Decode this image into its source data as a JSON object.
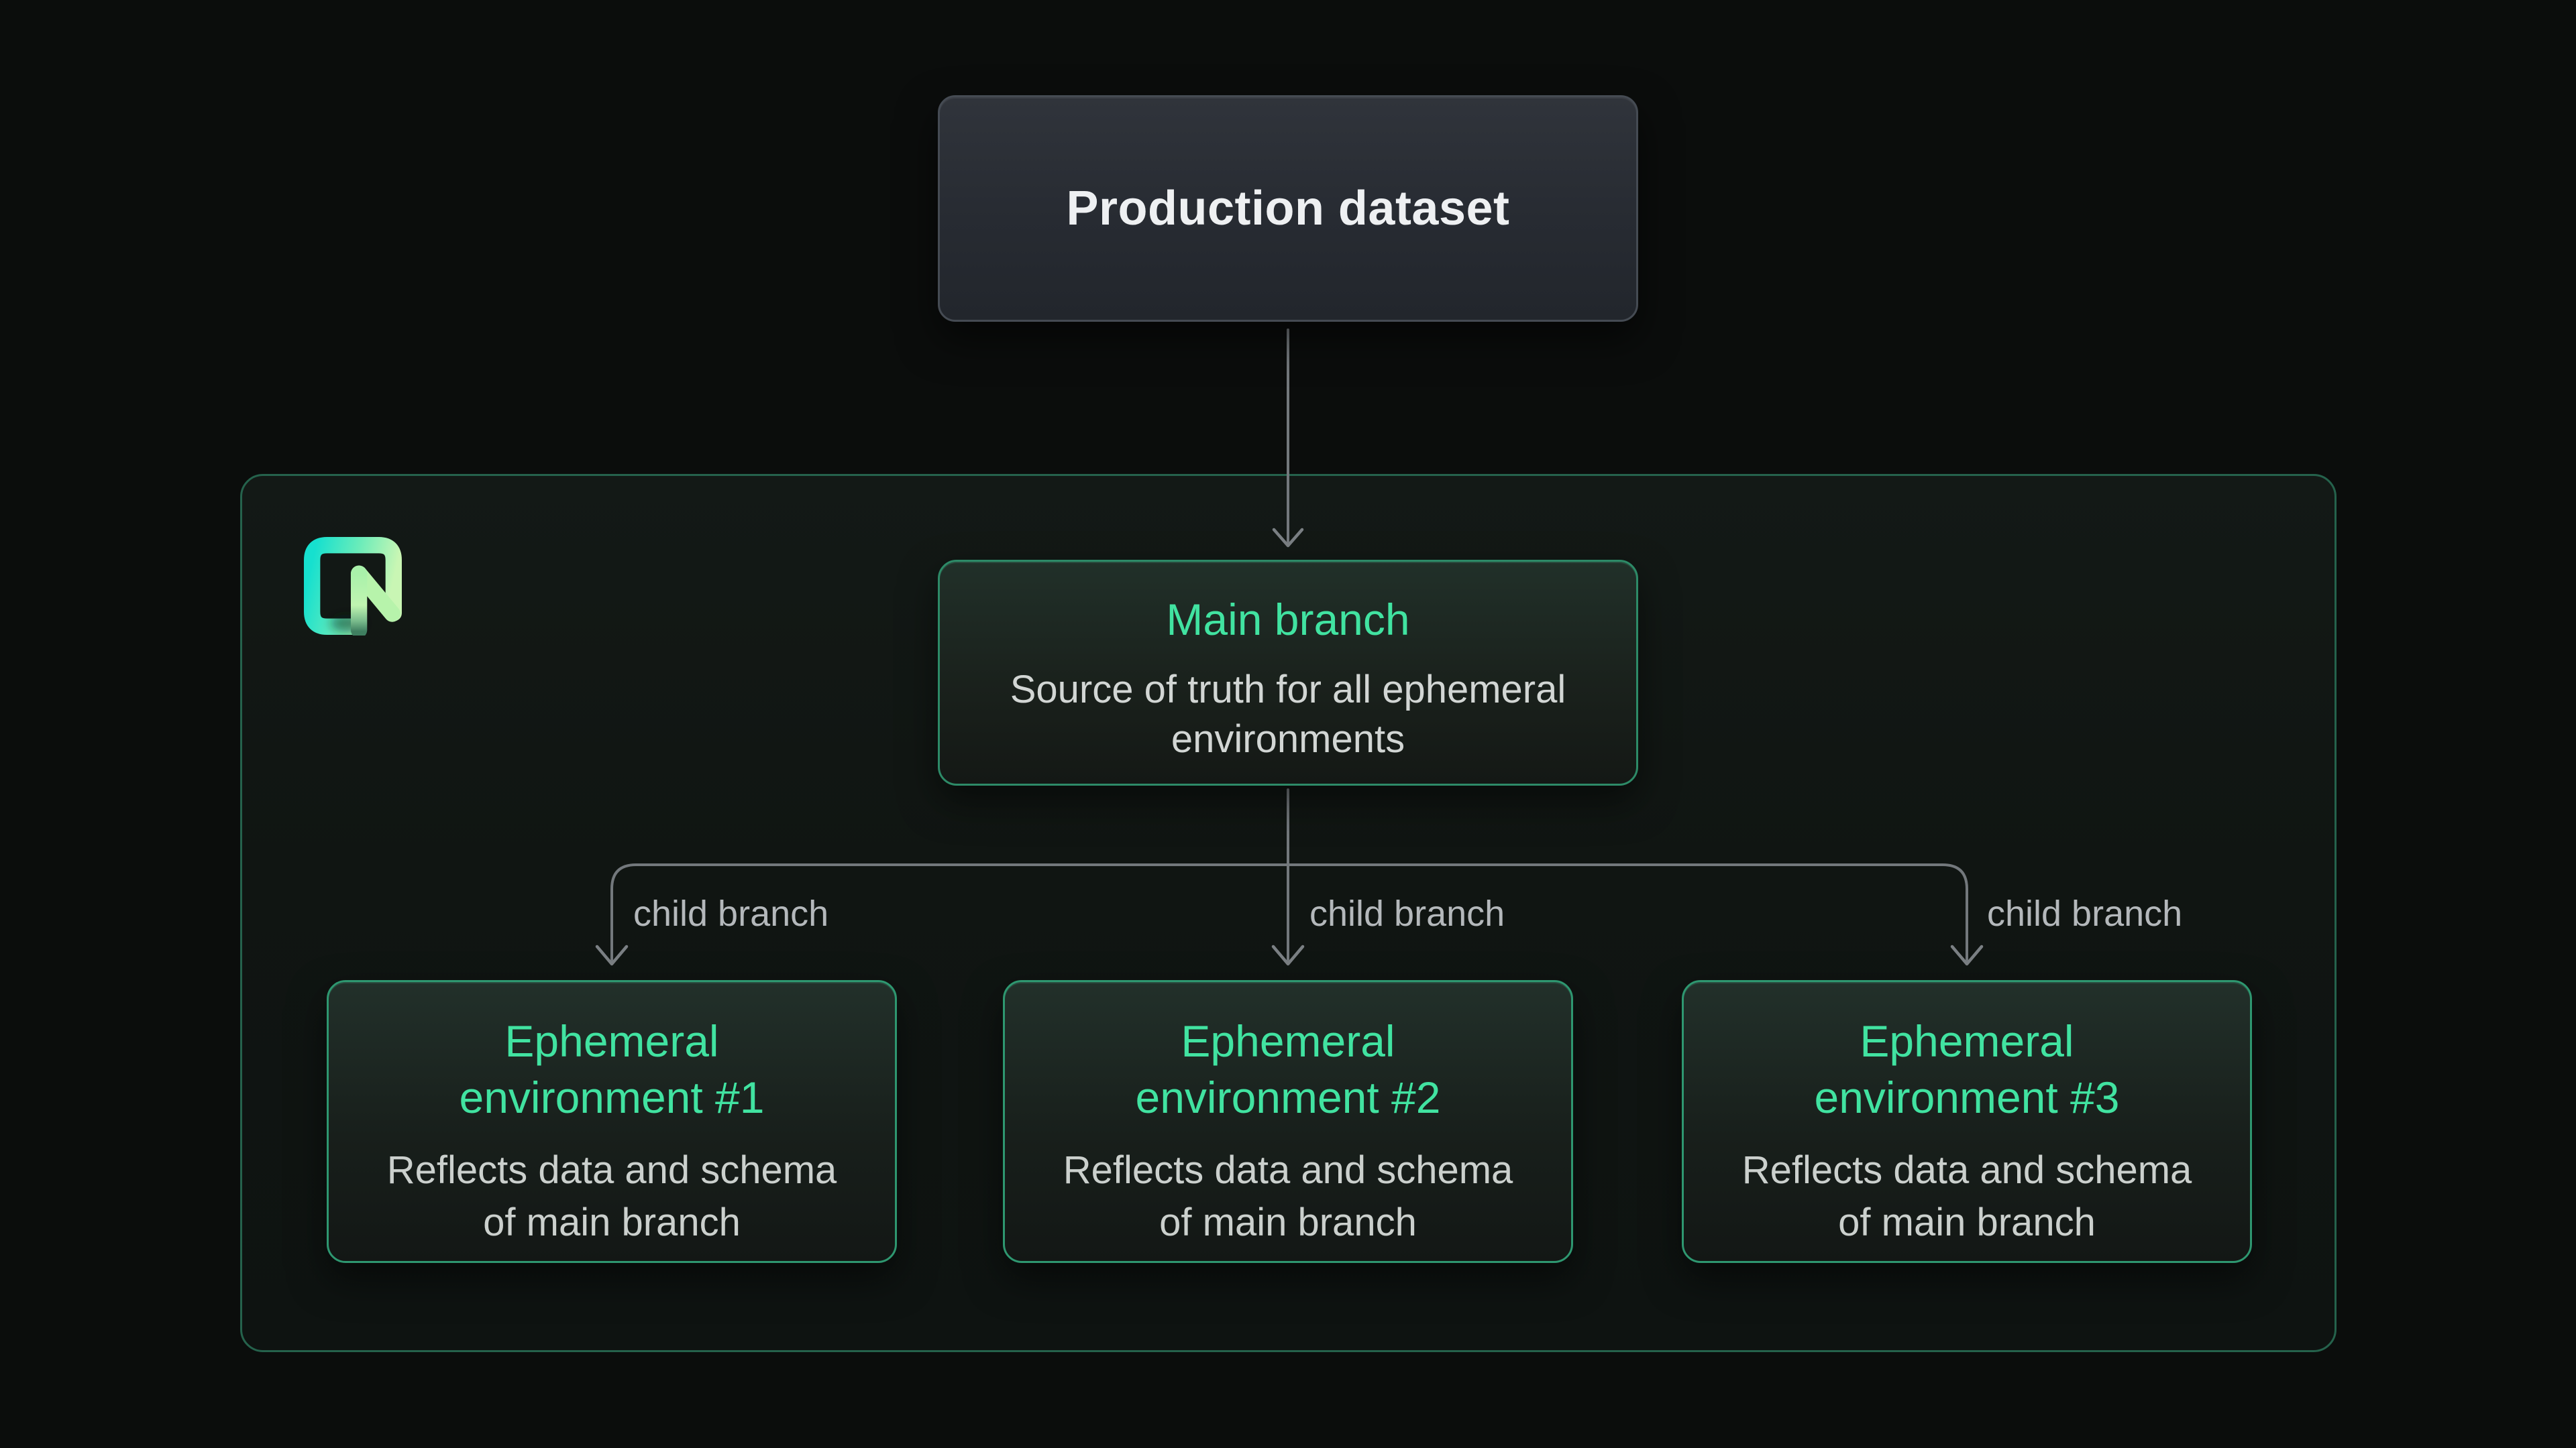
{
  "diagram": {
    "nodes": {
      "production": {
        "title": "Production dataset"
      },
      "main_branch": {
        "title": "Main branch",
        "subtitle": "Source of truth for all ephemeral\nenvironments"
      },
      "environments": [
        {
          "title": "Ephemeral\nenvironment #1",
          "subtitle": "Reflects data and schema\nof main branch"
        },
        {
          "title": "Ephemeral\nenvironment #2",
          "subtitle": "Reflects data and schema\nof main branch"
        },
        {
          "title": "Ephemeral\nenvironment #3",
          "subtitle": "Reflects data and schema\nof main branch"
        }
      ],
      "edge_labels": [
        {
          "text": "child branch"
        },
        {
          "text": "child branch"
        },
        {
          "text": "child branch"
        }
      ]
    },
    "logo": {
      "name": "neon-logo",
      "gradient": [
        "#16e0cf",
        "#69ecba",
        "#c9f6b4"
      ]
    },
    "colors": {
      "background": "#0b0d0c",
      "container_border": "#25624c",
      "node_border_green": "#2e9770",
      "production_border": "#454b53",
      "accent_green_text": "#41e3a1",
      "title_white": "#eef0f2",
      "subtitle_gray": "#d2d6d4",
      "edge_label_gray": "#b4b8bb",
      "arrow_gray": "#73787c"
    }
  }
}
